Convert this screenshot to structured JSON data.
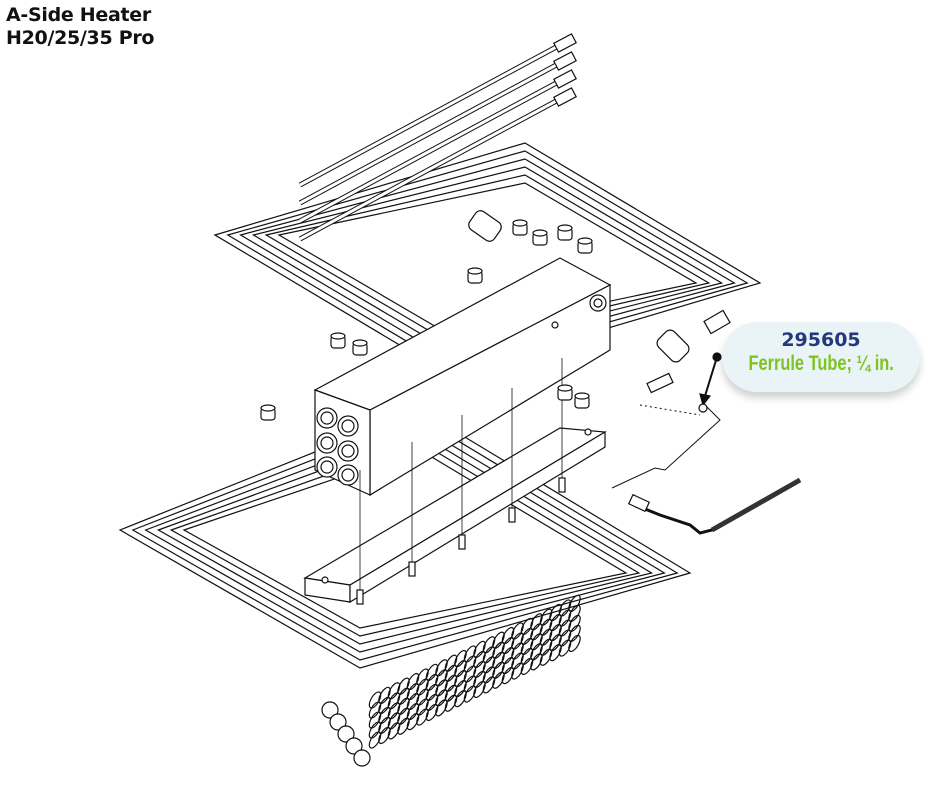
{
  "title": {
    "line1": "A-Side Heater",
    "line2": "H20/25/35 Pro"
  },
  "callout": {
    "part_number": "295605",
    "description": "Ferrule Tube; ¼ in."
  },
  "colors": {
    "part_number": "#23397e",
    "description": "#7dc41f",
    "callout_bg": "#eaf3f5"
  }
}
